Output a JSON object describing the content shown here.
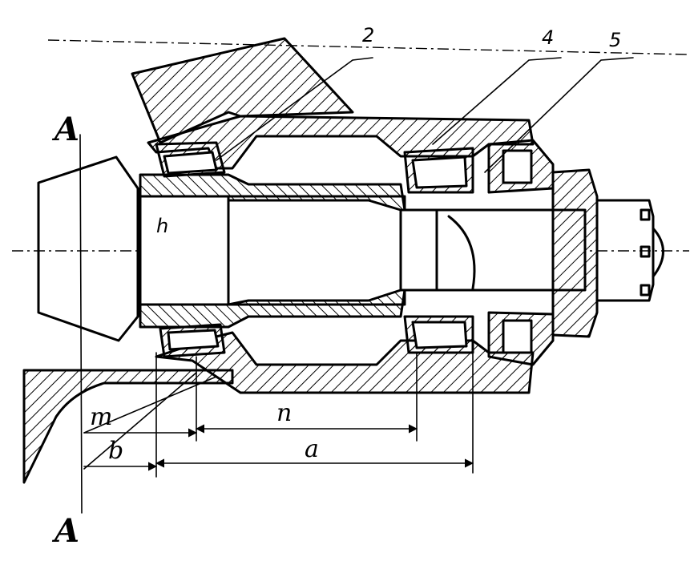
{
  "section_marks": {
    "top": "A",
    "bottom": "A"
  },
  "part_numbers": [
    "2",
    "4",
    "5"
  ],
  "dimensions": {
    "m": "m",
    "n": "n",
    "b": "b",
    "a": "a"
  },
  "axis_mark": "h"
}
